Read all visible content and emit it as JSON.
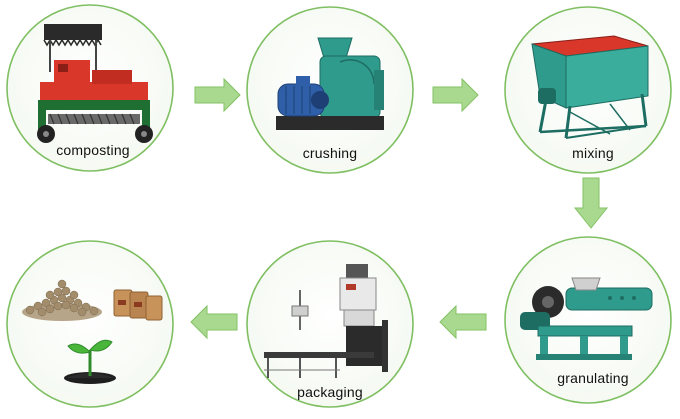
{
  "steps": [
    {
      "label": "composting",
      "icon": "compost-turner-icon"
    },
    {
      "label": "crushing",
      "icon": "crusher-machine-icon"
    },
    {
      "label": "mixing",
      "icon": "mixer-machine-icon"
    },
    {
      "label": "granulating",
      "icon": "granulator-machine-icon"
    },
    {
      "label": "packaging",
      "icon": "packaging-machine-icon"
    },
    {
      "label": "",
      "icon": "fertilizer-pellets-seedling-icon"
    }
  ],
  "colors": {
    "circle_stroke": "#7fbf62",
    "arrow_fill": "#a9d98f",
    "arrow_stroke": "#83c266",
    "machine_red": "#d8372a",
    "machine_teal": "#2f9b8c",
    "motor_blue": "#2f5fa8"
  }
}
